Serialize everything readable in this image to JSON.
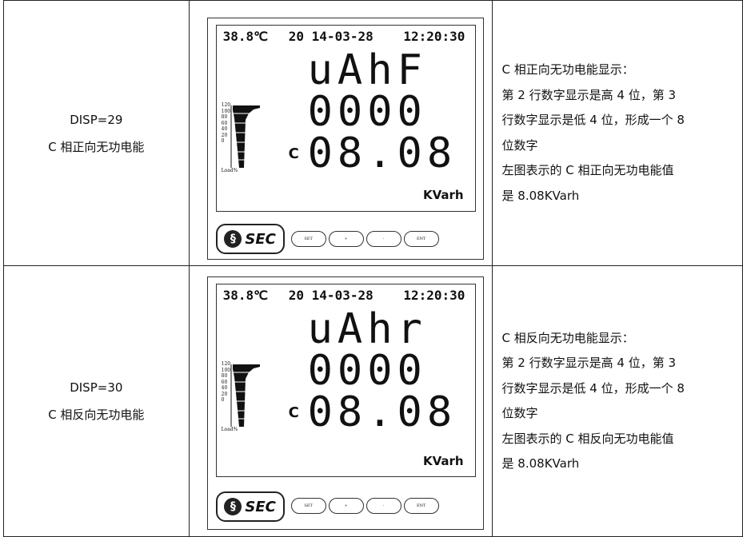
{
  "rows": [
    {
      "disp": "DISP=29",
      "name": "C 相正向无功电能",
      "meter": {
        "temp": "38.8℃",
        "date": "20 14-03-28",
        "time": "12:20:30",
        "line1": "uAhF",
        "line2": "0000",
        "line3": "08.08",
        "phase": "C",
        "unit": "KVarh",
        "scale": [
          "120",
          "100",
          "80",
          "60",
          "40",
          "20",
          "0"
        ],
        "load_label": "Load%",
        "logo_text": "SEC",
        "buttons": [
          "SET",
          "+",
          "-",
          "ENT"
        ]
      },
      "desc": [
        "C 相正向无功电能显示：",
        "第 2 行数字显示是高 4 位，第 3",
        "行数字显示是低 4 位，形成一个 8",
        "位数字",
        "左图表示的 C 相正向无功电能值",
        "是 8.08KVarh"
      ]
    },
    {
      "disp": "DISP=30",
      "name": "C 相反向无功电能",
      "meter": {
        "temp": "38.8℃",
        "date": "20 14-03-28",
        "time": "12:20:30",
        "line1": "uAhr",
        "line2": "0000",
        "line3": "08.08",
        "phase": "C",
        "unit": "KVarh",
        "scale": [
          "120",
          "100",
          "80",
          "60",
          "40",
          "20",
          "0"
        ],
        "load_label": "Load%",
        "logo_text": "SEC",
        "buttons": [
          "SET",
          "+",
          "-",
          "ENT"
        ]
      },
      "desc": [
        "C 相反向无功电能显示：",
        "第 2 行数字显示是高 4 位，第 3",
        "行数字显示是低 4 位，形成一个 8",
        "位数字",
        "左图表示的 C 相反向无功电能值",
        "是 8.08KVarh"
      ]
    }
  ]
}
